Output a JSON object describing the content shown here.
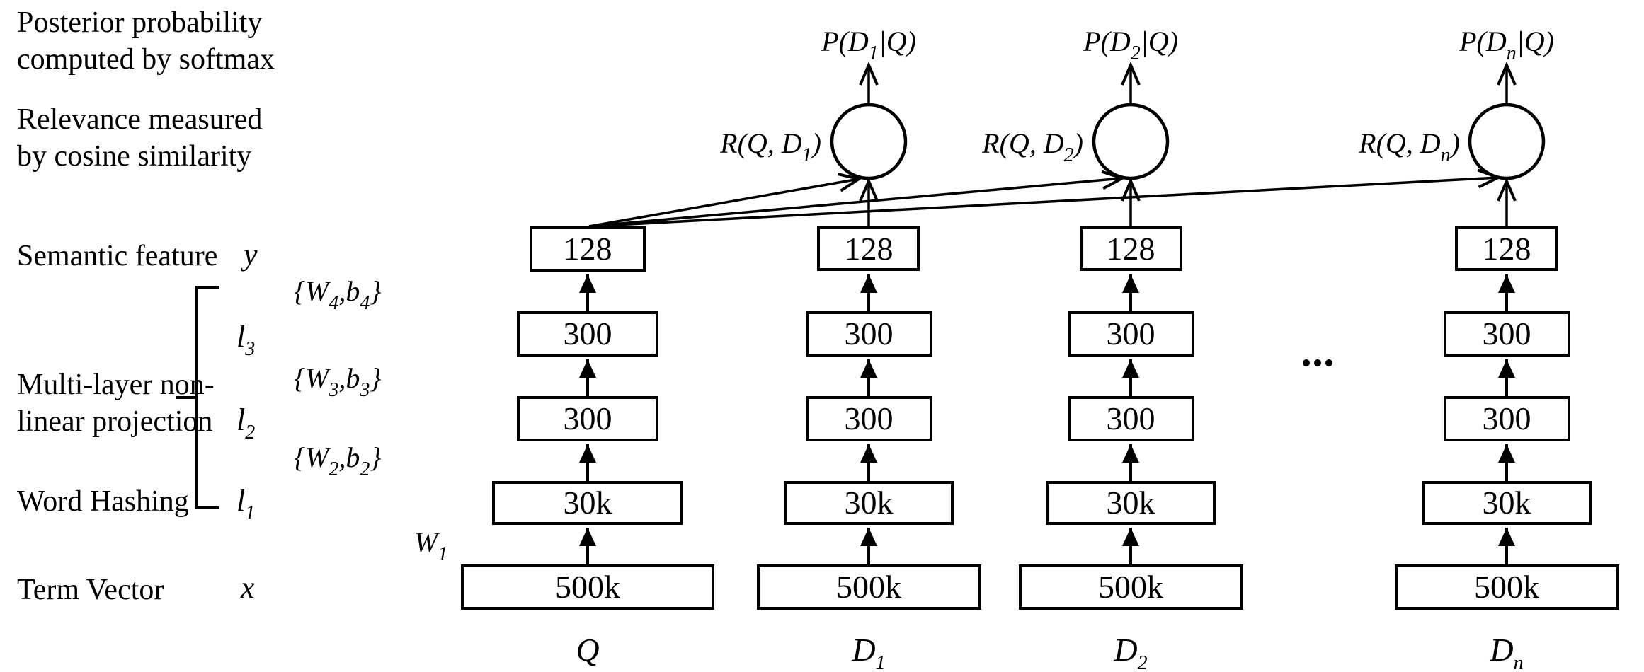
{
  "colors": {
    "ink": "#000000",
    "background": "#ffffff"
  },
  "labels": {
    "posterior_1": "Posterior probability",
    "posterior_2": "computed by softmax",
    "relevance_1": "Relevance measured",
    "relevance_2": "by cosine similarity",
    "semantic_feature": "Semantic feature",
    "projection_1": "Multi-layer non-",
    "projection_2": "linear projection",
    "word_hashing": "Word Hashing",
    "term_vector": "Term Vector"
  },
  "vars": {
    "y": "y",
    "l3": {
      "base": "l",
      "sub": "3"
    },
    "l2": {
      "base": "l",
      "sub": "2"
    },
    "l1": {
      "base": "l",
      "sub": "1"
    },
    "x": "x"
  },
  "weights": {
    "w4": {
      "open": "{W",
      "sub_w": "4",
      "mid": ",b",
      "sub_b": "4",
      "close": "}"
    },
    "w3": {
      "open": "{W",
      "sub_w": "3",
      "mid": ",b",
      "sub_b": "3",
      "close": "}"
    },
    "w2": {
      "open": "{W",
      "sub_w": "2",
      "mid": ",b",
      "sub_b": "2",
      "close": "}"
    },
    "w1": {
      "base": "W",
      "sub": "1"
    }
  },
  "scores": {
    "d1": {
      "p_prefix": "P(D",
      "p_sub": "1",
      "p_suffix": "|Q)",
      "r_prefix": "R(Q, D",
      "r_sub": "1",
      "r_suffix": ")"
    },
    "d2": {
      "p_prefix": "P(D",
      "p_sub": "2",
      "p_suffix": "|Q)",
      "r_prefix": "R(Q, D",
      "r_sub": "2",
      "r_suffix": ")"
    },
    "dn": {
      "p_prefix": "P(D",
      "p_sub": "n",
      "p_suffix": "|Q)",
      "r_prefix": "R(Q, D",
      "r_sub": "n",
      "r_suffix": ")"
    }
  },
  "columns": {
    "q": {
      "name": "Q",
      "sub": "",
      "layers": {
        "y": "128",
        "l3": "300",
        "l2": "300",
        "l1": "30k",
        "x": "500k"
      }
    },
    "d1": {
      "name": "D",
      "sub": "1",
      "layers": {
        "y": "128",
        "l3": "300",
        "l2": "300",
        "l1": "30k",
        "x": "500k"
      }
    },
    "d2": {
      "name": "D",
      "sub": "2",
      "layers": {
        "y": "128",
        "l3": "300",
        "l2": "300",
        "l1": "30k",
        "x": "500k"
      }
    },
    "dn": {
      "name": "D",
      "sub": "n",
      "layers": {
        "y": "128",
        "l3": "300",
        "l2": "300",
        "l1": "30k",
        "x": "500k"
      }
    }
  },
  "ellipsis": "..."
}
